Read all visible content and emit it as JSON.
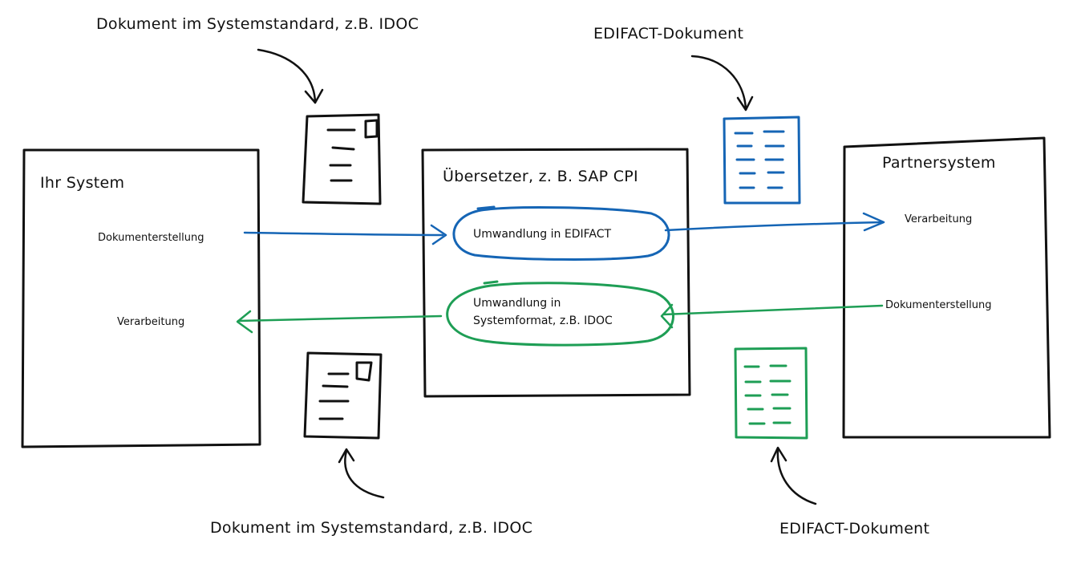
{
  "captions": {
    "top_left": "Dokument im Systemstandard, z.B. IDOC",
    "top_right": "EDIFACT-Dokument",
    "bottom_left": "Dokument im Systemstandard, z.B. IDOC",
    "bottom_right": "EDIFACT-Dokument"
  },
  "boxes": {
    "own_system": {
      "title": "Ihr System",
      "steps": [
        "Dokumenterstellung",
        "Verarbeitung"
      ]
    },
    "translator": {
      "title": "Übersetzer, z. B. SAP CPI",
      "steps": [
        "Umwandlung in EDIFACT",
        "Umwandlung in",
        "Systemformat, z.B. IDOC"
      ]
    },
    "partner": {
      "title": "Partnersystem",
      "steps": [
        "Verarbeitung",
        "Dokumenterstellung"
      ]
    }
  },
  "colors": {
    "ink": "#111111",
    "outbound_flow": "#1565b5",
    "inbound_flow": "#1e9e55"
  }
}
